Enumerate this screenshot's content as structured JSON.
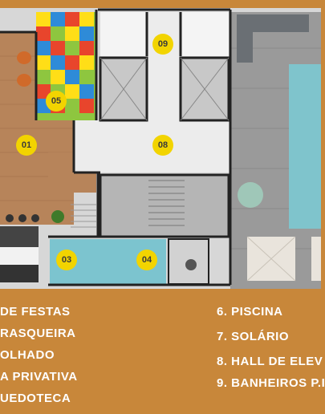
{
  "plan": {
    "badges": [
      "01",
      "03",
      "04",
      "05",
      "08",
      "09"
    ]
  },
  "legend": {
    "left": [
      "DE FESTAS",
      "RASQUEIRA",
      "OLHADO",
      "A PRIVATIVA",
      "UEDOTECA"
    ],
    "right": [
      "6. PISCINA",
      "7. SOLÁRIO",
      "8. HALL DE ELEV",
      "9. BANHEIROS P.I"
    ]
  }
}
